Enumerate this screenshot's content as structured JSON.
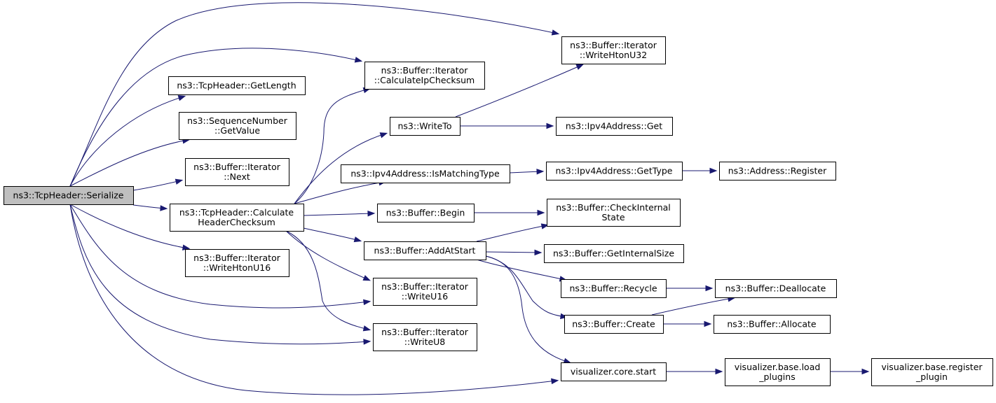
{
  "diagram": {
    "type": "call-graph",
    "nodes": [
      {
        "id": "serialize",
        "lines": [
          "ns3::TcpHeader::Serialize"
        ],
        "root": true
      },
      {
        "id": "writehtonu32",
        "lines": [
          "ns3::Buffer::Iterator",
          "::WriteHtonU32"
        ]
      },
      {
        "id": "calcipchecksum",
        "lines": [
          "ns3::Buffer::Iterator",
          "::CalculateIpChecksum"
        ]
      },
      {
        "id": "getlength",
        "lines": [
          "ns3::TcpHeader::GetLength"
        ]
      },
      {
        "id": "seqgetvalue",
        "lines": [
          "ns3::SequenceNumber",
          "::GetValue"
        ]
      },
      {
        "id": "iternext",
        "lines": [
          "ns3::Buffer::Iterator",
          "::Next"
        ]
      },
      {
        "id": "calcheaderchecksum",
        "lines": [
          "ns3::TcpHeader::Calculate",
          "HeaderChecksum"
        ]
      },
      {
        "id": "writehtonu16",
        "lines": [
          "ns3::Buffer::Iterator",
          "::WriteHtonU16"
        ]
      },
      {
        "id": "writeu16",
        "lines": [
          "ns3::Buffer::Iterator",
          "::WriteU16"
        ]
      },
      {
        "id": "writeu8",
        "lines": [
          "ns3::Buffer::Iterator",
          "::WriteU8"
        ]
      },
      {
        "id": "writeto",
        "lines": [
          "ns3::WriteTo"
        ]
      },
      {
        "id": "ismatchingtype",
        "lines": [
          "ns3::Ipv4Address::IsMatchingType"
        ]
      },
      {
        "id": "bufferbegin",
        "lines": [
          "ns3::Buffer::Begin"
        ]
      },
      {
        "id": "addatstart",
        "lines": [
          "ns3::Buffer::AddAtStart"
        ]
      },
      {
        "id": "ipv4get",
        "lines": [
          "ns3::Ipv4Address::Get"
        ]
      },
      {
        "id": "ipv4gettype",
        "lines": [
          "ns3::Ipv4Address::GetType"
        ]
      },
      {
        "id": "addressregister",
        "lines": [
          "ns3::Address::Register"
        ]
      },
      {
        "id": "checkinternalstate",
        "lines": [
          "ns3::Buffer::CheckInternal",
          "State"
        ]
      },
      {
        "id": "getinternalsize",
        "lines": [
          "ns3::Buffer::GetInternalSize"
        ]
      },
      {
        "id": "recycle",
        "lines": [
          "ns3::Buffer::Recycle"
        ]
      },
      {
        "id": "create",
        "lines": [
          "ns3::Buffer::Create"
        ]
      },
      {
        "id": "deallocate",
        "lines": [
          "ns3::Buffer::Deallocate"
        ]
      },
      {
        "id": "allocate",
        "lines": [
          "ns3::Buffer::Allocate"
        ]
      },
      {
        "id": "corestart",
        "lines": [
          "visualizer.core.start"
        ]
      },
      {
        "id": "loadplugins",
        "lines": [
          "visualizer.base.load",
          "_plugins"
        ]
      },
      {
        "id": "registerplugin",
        "lines": [
          "visualizer.base.register",
          "_plugin"
        ]
      }
    ],
    "edges": [
      [
        "serialize",
        "writehtonu32"
      ],
      [
        "serialize",
        "calcipchecksum"
      ],
      [
        "serialize",
        "getlength"
      ],
      [
        "serialize",
        "seqgetvalue"
      ],
      [
        "serialize",
        "iternext"
      ],
      [
        "serialize",
        "calcheaderchecksum"
      ],
      [
        "serialize",
        "writehtonu16"
      ],
      [
        "serialize",
        "writeu16"
      ],
      [
        "serialize",
        "writeu8"
      ],
      [
        "serialize",
        "corestart"
      ],
      [
        "calcheaderchecksum",
        "calcipchecksum"
      ],
      [
        "calcheaderchecksum",
        "writeto"
      ],
      [
        "calcheaderchecksum",
        "ismatchingtype"
      ],
      [
        "calcheaderchecksum",
        "bufferbegin"
      ],
      [
        "calcheaderchecksum",
        "addatstart"
      ],
      [
        "calcheaderchecksum",
        "writeu16"
      ],
      [
        "calcheaderchecksum",
        "writeu8"
      ],
      [
        "writeto",
        "writehtonu32"
      ],
      [
        "writeto",
        "ipv4get"
      ],
      [
        "ismatchingtype",
        "ipv4gettype"
      ],
      [
        "ipv4gettype",
        "addressregister"
      ],
      [
        "bufferbegin",
        "checkinternalstate"
      ],
      [
        "addatstart",
        "checkinternalstate"
      ],
      [
        "addatstart",
        "getinternalsize"
      ],
      [
        "addatstart",
        "recycle"
      ],
      [
        "addatstart",
        "create"
      ],
      [
        "addatstart",
        "corestart"
      ],
      [
        "recycle",
        "deallocate"
      ],
      [
        "create",
        "deallocate"
      ],
      [
        "create",
        "allocate"
      ],
      [
        "corestart",
        "loadplugins"
      ],
      [
        "loadplugins",
        "registerplugin"
      ]
    ]
  }
}
